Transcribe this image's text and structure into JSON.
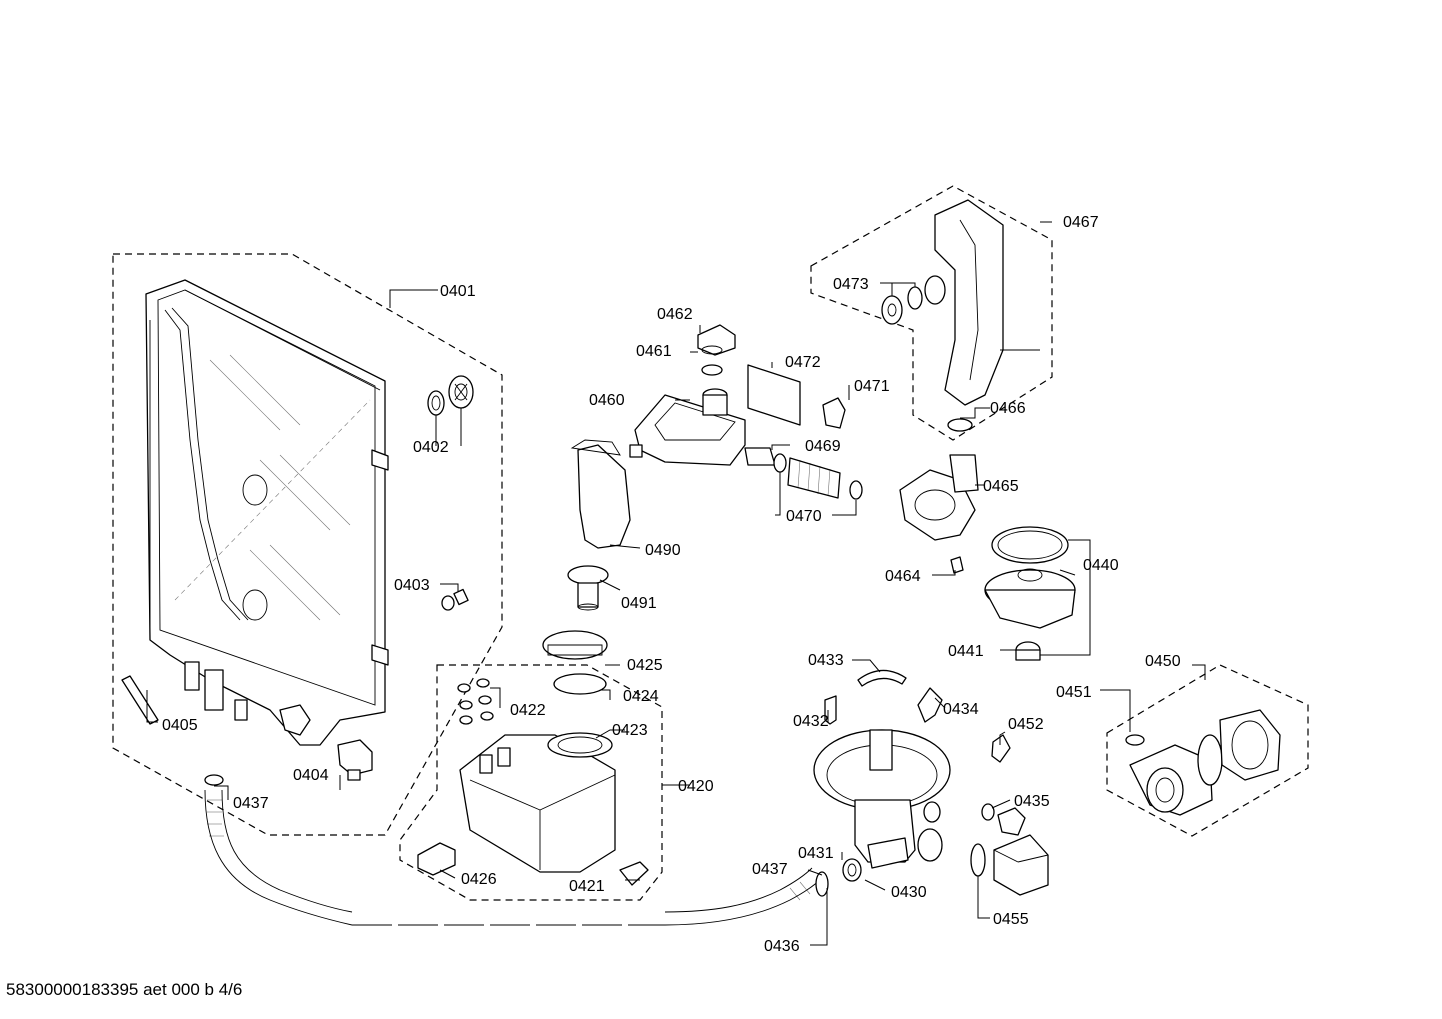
{
  "document": {
    "reference": "58300000183395 aet 000 b 4/6"
  },
  "part_labels": [
    {
      "id": "p0401",
      "text": "0401"
    },
    {
      "id": "p0402",
      "text": "0402"
    },
    {
      "id": "p0403",
      "text": "0403"
    },
    {
      "id": "p0404",
      "text": "0404"
    },
    {
      "id": "p0405",
      "text": "0405"
    },
    {
      "id": "p0420",
      "text": "0420"
    },
    {
      "id": "p0421",
      "text": "0421"
    },
    {
      "id": "p0422",
      "text": "0422"
    },
    {
      "id": "p0423",
      "text": "0423"
    },
    {
      "id": "p0424",
      "text": "0424"
    },
    {
      "id": "p0425",
      "text": "0425"
    },
    {
      "id": "p0426",
      "text": "0426"
    },
    {
      "id": "p0430",
      "text": "0430"
    },
    {
      "id": "p0431",
      "text": "0431"
    },
    {
      "id": "p0432",
      "text": "0432"
    },
    {
      "id": "p0433",
      "text": "0433"
    },
    {
      "id": "p0434",
      "text": "0434"
    },
    {
      "id": "p0435",
      "text": "0435"
    },
    {
      "id": "p0436",
      "text": "0436"
    },
    {
      "id": "p0437a",
      "text": "0437"
    },
    {
      "id": "p0437b",
      "text": "0437"
    },
    {
      "id": "p0440",
      "text": "0440"
    },
    {
      "id": "p0441",
      "text": "0441"
    },
    {
      "id": "p0450",
      "text": "0450"
    },
    {
      "id": "p0451",
      "text": "0451"
    },
    {
      "id": "p0452",
      "text": "0452"
    },
    {
      "id": "p0455",
      "text": "0455"
    },
    {
      "id": "p0460",
      "text": "0460"
    },
    {
      "id": "p0461",
      "text": "0461"
    },
    {
      "id": "p0462",
      "text": "0462"
    },
    {
      "id": "p0464",
      "text": "0464"
    },
    {
      "id": "p0465",
      "text": "0465"
    },
    {
      "id": "p0466",
      "text": "0466"
    },
    {
      "id": "p0467",
      "text": "0467"
    },
    {
      "id": "p0469",
      "text": "0469"
    },
    {
      "id": "p0470",
      "text": "0470"
    },
    {
      "id": "p0471",
      "text": "0471"
    },
    {
      "id": "p0472",
      "text": "0472"
    },
    {
      "id": "p0473",
      "text": "0473"
    },
    {
      "id": "p0490",
      "text": "0490"
    },
    {
      "id": "p0491",
      "text": "0491"
    }
  ]
}
